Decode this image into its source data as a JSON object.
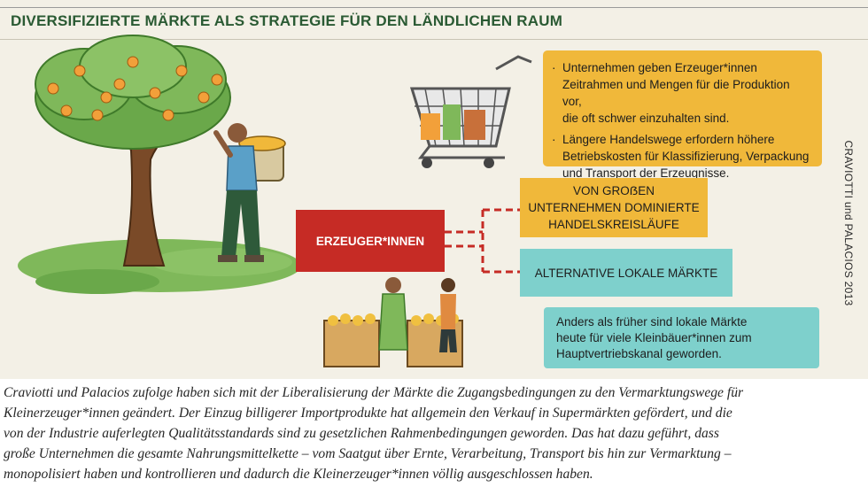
{
  "title": "DIVERSIFIZIERTE MÄRKTE ALS STRATEGIE FÜR DEN LÄNDLICHEN RAUM",
  "info_box_1": {
    "bullet_mark": "·",
    "bullets": [
      [
        "Unternehmen geben Erzeuger*innen",
        "Zeitrahmen und Mengen für die Produktion vor,",
        "die oft schwer einzuhalten sind."
      ],
      [
        "Längere Handelswege erfordern höhere",
        "Betriebskosten für Klassifizierung, Verpackung",
        "und Transport der Erzeugnisse."
      ]
    ]
  },
  "producer_box": "ERZEUGER*INNEN",
  "big_companies_box": [
    "VON GROẞEN",
    "UNTERNEHMEN DOMINIERTE",
    "HANDELSKREISLÄUFE"
  ],
  "local_markets_box": "ALTERNATIVE LOKALE MÄRKTE",
  "info_box_2": [
    "Anders als früher sind lokale Märkte",
    "heute für viele Kleinbäuer*innen zum",
    "Hauptvertriebskanal geworden."
  ],
  "source_credit": "CRAVIOTTI und PALACIOS 2013",
  "caption_lines": [
    "Craviotti und Palacios  zufolge haben sich mit der Liberalisierung der Märkte die Zugangsbedingungen zu den Vermarktungswege  für",
    "Kleinerzeuger*innen geändert. Der Einzug billigerer Importprodukte hat allgemein den Verkauf in Supermärkten gefördert, und die",
    "von der Industrie auferlegten Qualitätsstandards sind zu gesetzlichen Rahmenbedingungen geworden. Das hat dazu geführt, dass",
    "große Unternehmen die gesamte Nahrungsmittelkette – vom Saatgut über Ernte, Verarbeitung, Transport bis hin zur Vermarktung –",
    "monopolisiert haben und kontrollieren und dadurch die Kleinerzeuger*innen völlig ausgeschlossen haben."
  ],
  "colors": {
    "title_green": "#2a5a33",
    "producer_red": "#c62b25",
    "orange_box": "#f0b83a",
    "teal_box": "#7ed0cc",
    "background": "#f3f0e6"
  }
}
